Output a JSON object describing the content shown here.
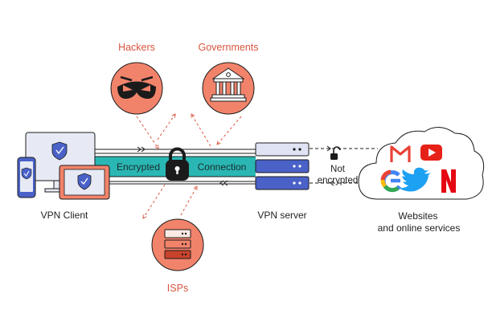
{
  "threats": {
    "hackers": {
      "label": "Hackers",
      "icon": "mask-icon"
    },
    "governments": {
      "label": "Governments",
      "icon": "government-building-icon"
    },
    "isps": {
      "label": "ISPs",
      "icon": "server-rack-icon"
    }
  },
  "tunnel": {
    "left_label": "Encrypted",
    "right_label": "Connection",
    "color": "#2ab7b3",
    "lock_icon": "padlock-icon"
  },
  "nodes": {
    "client": {
      "label": "VPN Client",
      "icon": "devices-icon"
    },
    "server": {
      "label": "VPN server",
      "icon": "server-icon"
    },
    "web": {
      "line1": "Websites",
      "line2": "and online services",
      "icons": [
        "gmail-icon",
        "youtube-icon",
        "google-icon",
        "twitter-icon",
        "netflix-icon"
      ]
    }
  },
  "unencrypted": {
    "line1": "Not",
    "line2": "encrypted",
    "icon": "open-lock-icon"
  },
  "colors": {
    "threat": "#f2836b",
    "threat_text": "#d9553f",
    "device_blue": "#4a62c8",
    "device_light": "#dfe3f3",
    "device_screen": "#e7eaf4",
    "tablet_orange": "#f2836b",
    "teal": "#2ab7b3",
    "ink": "#1b1b1b"
  }
}
